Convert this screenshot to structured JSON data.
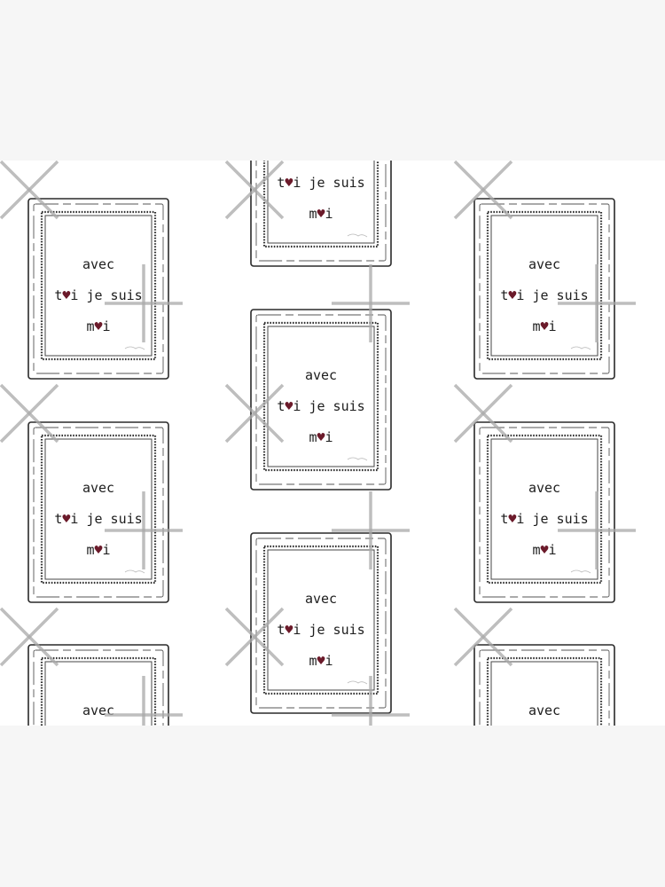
{
  "colors": {
    "heart": "#6b1a2a",
    "ink": "#1d1d1d",
    "backdrop": "#f6f6f6"
  },
  "pattern": {
    "line1": "avec",
    "line2_a": "t",
    "line2_b": "i je suis",
    "line3_a": "m",
    "line3_b": "i",
    "heart_glyph": "♥",
    "heart_icon": "heart-icon"
  }
}
